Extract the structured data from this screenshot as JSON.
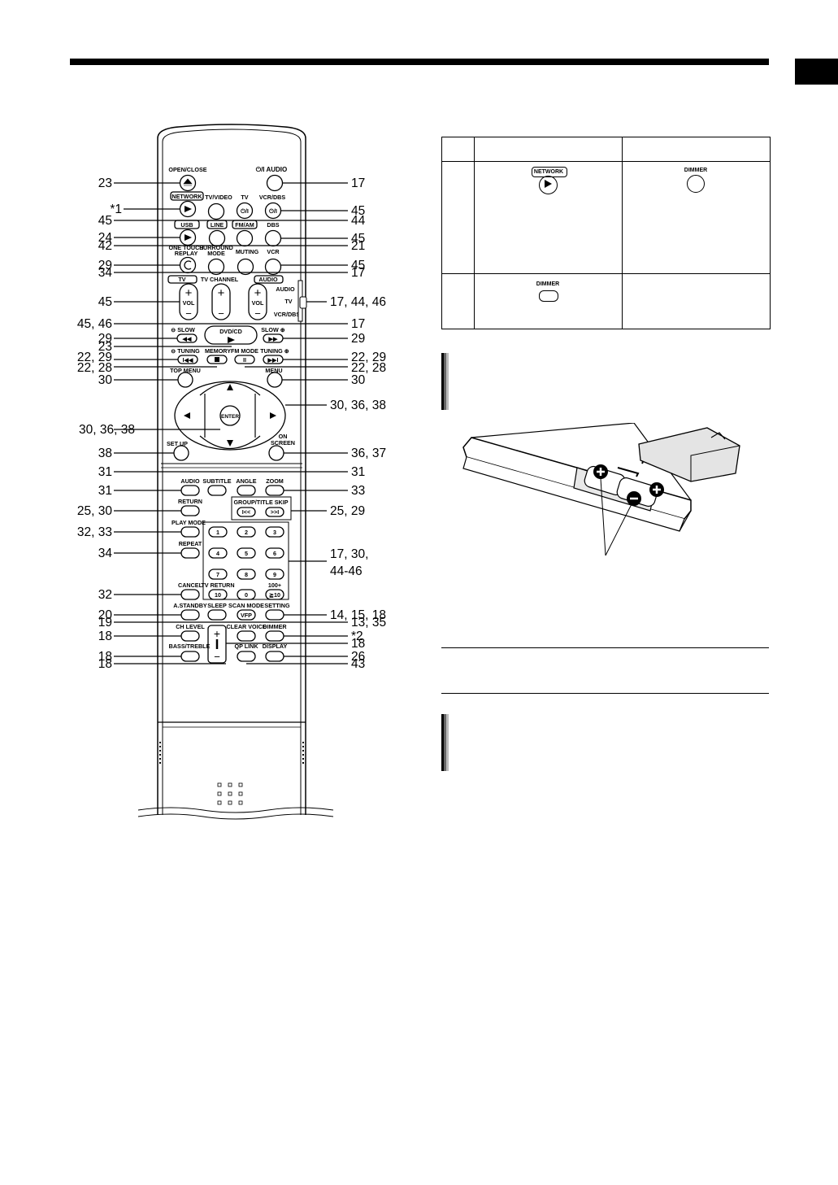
{
  "remote": {
    "buttons": {
      "open_close": "OPEN/CLOSE",
      "power_audio": "⏻/I AUDIO",
      "network": "NETWORK",
      "tv_video": "TV/VIDEO",
      "tv": "TV",
      "vcr_dbs": "VCR/DBS",
      "power_sym": "⏻/I",
      "usb": "USB",
      "line": "LINE",
      "fm_am": "FM/AM",
      "dbs": "DBS",
      "one_touch_replay_1": "ONE TOUCH",
      "one_touch_replay_2": "REPLAY",
      "surround_mode_1": "SURROUND",
      "surround_mode_2": "MODE",
      "muting": "MUTING",
      "vcr": "VCR",
      "tv_tag": "TV",
      "tv_channel": "TV CHANNEL",
      "audio_tag": "AUDIO",
      "vol": "VOL",
      "switch_audio": "AUDIO",
      "switch_tv": "TV",
      "switch_vcrdbs": "VCR/DBS",
      "slow_minus": "⊖ SLOW",
      "dvd_cd": "DVD/CD",
      "slow_plus": "SLOW ⊕",
      "tuning_minus": "⊖ TUNING",
      "memory": "MEMORY",
      "fm_mode": "FM MODE",
      "tuning_plus": "TUNING ⊕",
      "top_menu": "TOP MENU",
      "menu": "MENU",
      "enter": "ENTER",
      "set_up": "SET UP",
      "on_screen_1": "ON",
      "on_screen_2": "SCREEN",
      "audio": "AUDIO",
      "subtitle": "SUBTITLE",
      "angle": "ANGLE",
      "zoom": "ZOOM",
      "return": "RETURN",
      "group_title_skip": "GROUP/TITLE SKIP",
      "play_mode": "PLAY MODE",
      "repeat": "REPEAT",
      "cancel": "CANCEL",
      "tv_return": "TV RETURN",
      "hundred_plus": "100+",
      "a_standby": "A.STANDBY",
      "sleep": "SLEEP",
      "scan_mode": "SCAN MODE",
      "setting": "SETTING",
      "vfp": "VFP",
      "ch_level": "CH LEVEL",
      "clear_voice": "CLEAR VOICE",
      "dimmer": "DIMMER",
      "bass_treble": "BASS/TREBLE",
      "qp_link": "QP LINK",
      "display": "DISPLAY"
    },
    "numbers": [
      "1",
      "2",
      "3",
      "4",
      "5",
      "6",
      "7",
      "8",
      "9",
      "10",
      "0",
      "≧10"
    ],
    "refs": {
      "r_open": "23",
      "r_audio": "17",
      "r_network": "*1",
      "r_vcrdbs": "45",
      "r_tvvideo": "45",
      "r_tv": "44",
      "r_usb": "24",
      "r_dbs": "45",
      "r_line": "42",
      "r_fmam": "21",
      "r_replay": "29",
      "r_vcr": "45",
      "r_surround": "34",
      "r_muting": "17",
      "r_volleft": "45",
      "r_switch": "17, 44, 46",
      "r_tvch": "45, 46",
      "r_audiovol": "17",
      "r_slowm": "29",
      "r_slowp": "29",
      "r_dvd": "23",
      "r_tunm": "22, 29",
      "r_tunp": "22, 29",
      "r_memory": "22, 28",
      "r_fmmode": "22, 28",
      "r_topmenu": "30",
      "r_menu": "30",
      "r_cursor": "30, 36, 38",
      "r_enter": "30, 36, 38",
      "r_setup": "38",
      "r_onscreen": "36, 37",
      "r_subtitle": "31",
      "r_angle": "31",
      "r_audiobtn": "31",
      "r_zoom": "33",
      "r_return": "25, 30",
      "r_skip": "25, 29",
      "r_playmode": "32, 33",
      "r_repeat": "34",
      "r_num1": "17, 30,",
      "r_num2": "44-46",
      "r_cancel": "32",
      "r_astandby": "20",
      "r_setting": "14, 15, 18",
      "r_sleep": "19",
      "r_vfp": "13, 35",
      "r_chlevel": "18",
      "r_dimmer": "*2",
      "r_clearvoice": "18",
      "r_bass": "18",
      "r_display": "26",
      "r_plusminus": "18",
      "r_qplink": "43"
    }
  },
  "table": {
    "network_label": "NETWORK",
    "dimmer_label_1": "DIMMER",
    "dimmer_label_2": "DIMMER"
  }
}
